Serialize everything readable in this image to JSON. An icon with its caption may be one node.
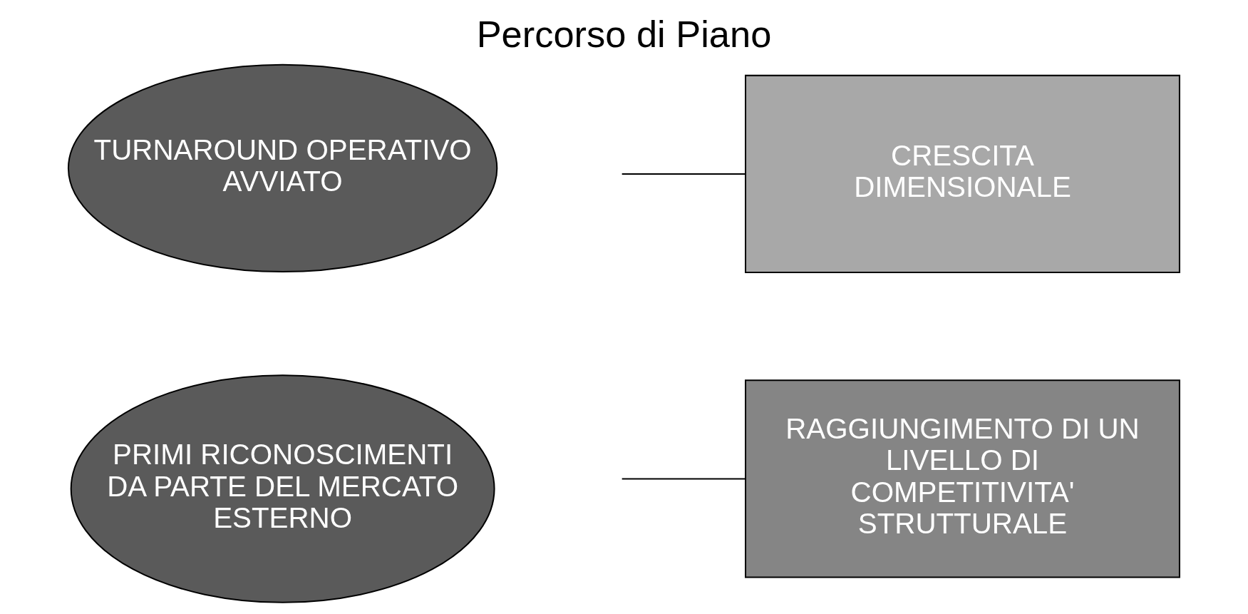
{
  "diagram": {
    "title": "Percorso di Piano",
    "nodes": [
      {
        "text": [
          "TURNAROUND OPERATIVO AVVIATO"
        ]
      },
      {
        "text": [
          "PRIMI RICONOSCIMENTI DA PARTE DEL MERCATO ESTERNO"
        ]
      },
      {
        "text": [
          "CRESCITA DIMENSIONALE"
        ]
      },
      {
        "text": [
          "RAGGIUNGIMENTO DI UN LIVELLO DI COMPETITIVITA' STRUTTURALE"
        ]
      }
    ],
    "edges": [
      {
        "from": null,
        "to": 2,
        "arrow": "none"
      },
      {
        "from": null,
        "to": 3,
        "arrow": "none"
      }
    ]
  }
}
